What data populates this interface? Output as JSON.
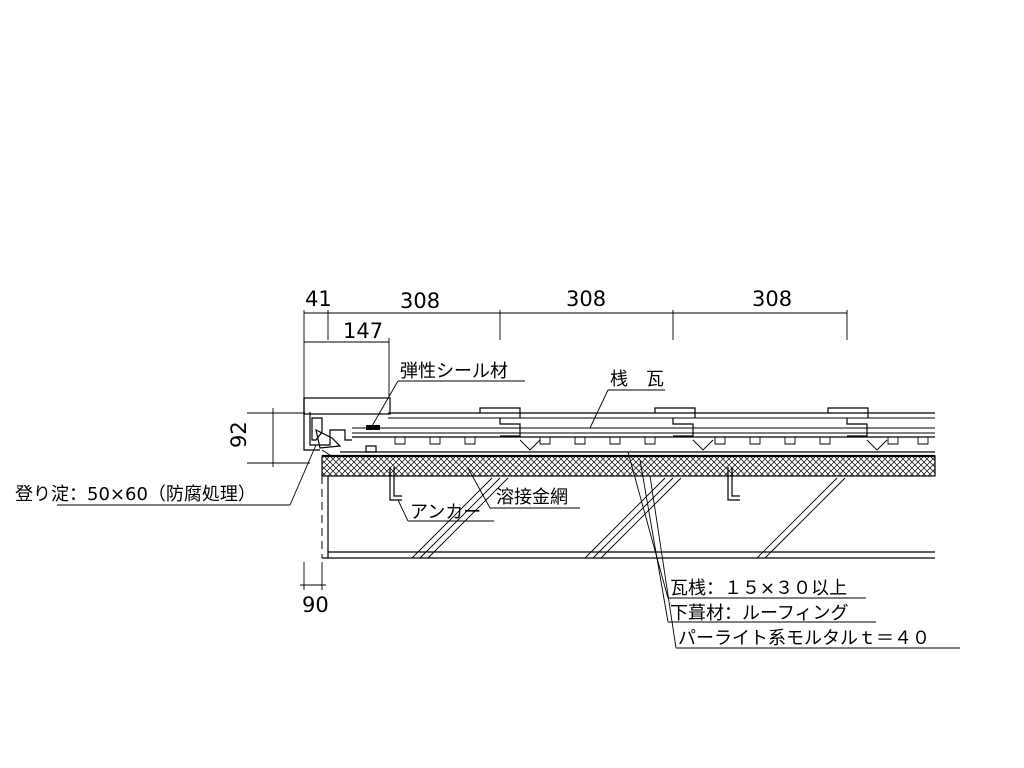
{
  "dimensions": {
    "top_41": "41",
    "top_308_a": "308",
    "top_308_b": "308",
    "top_308_c": "308",
    "top_147": "147",
    "left_92": "92",
    "bottom_90": "90"
  },
  "labels": {
    "sealant": "弾性シール材",
    "tile": "桟　瓦",
    "ridge_board": "登り淀：50×60（防腐処理）",
    "anchor": "アンカー",
    "wire_mesh": "溶接金網",
    "batten": "瓦桟：１５×３０以上",
    "underlay": "下葺材：ルーフィング",
    "mortar": "パーライト系モルタルｔ＝４０"
  }
}
